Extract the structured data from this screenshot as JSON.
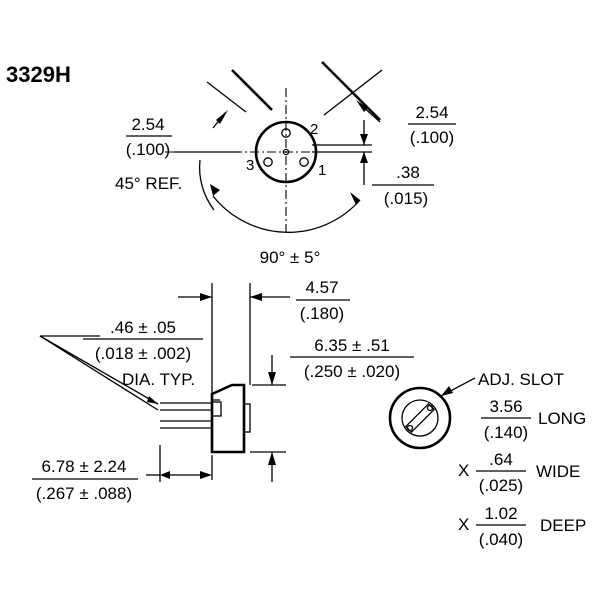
{
  "title": "3329H",
  "top_view": {
    "pin_spacing_left": {
      "mm": "2.54",
      "in": "(.100)"
    },
    "pin_spacing_right": {
      "mm": "2.54",
      "in": "(.100)"
    },
    "pin_diameter_offset": {
      "mm": ".38",
      "in": "(.015)"
    },
    "angle_ref": "45° REF.",
    "angle_rotation": "90° ± 5°",
    "pins": [
      "1",
      "2",
      "3"
    ]
  },
  "side_view": {
    "height": {
      "mm": "4.57",
      "in": "(.180)"
    },
    "body_height": {
      "mm": "6.35 ± .51",
      "in": "(.250 ± .020)"
    },
    "pin_dia": {
      "mm": ".46 ± .05",
      "in": "(.018 ± .002)",
      "note": "DIA. TYP."
    },
    "pin_length": {
      "mm": "6.78 ± 2.24",
      "in": "(.267 ± .088)"
    }
  },
  "adj_slot": {
    "label": "ADJ. SLOT",
    "long": {
      "mm": "3.56",
      "in": "(.140)",
      "word": "LONG"
    },
    "wide": {
      "prefix": "X",
      "mm": ".64",
      "in": "(.025)",
      "word": "WIDE"
    },
    "deep": {
      "prefix": "X",
      "mm": "1.02",
      "in": "(.040)",
      "word": "DEEP"
    }
  }
}
